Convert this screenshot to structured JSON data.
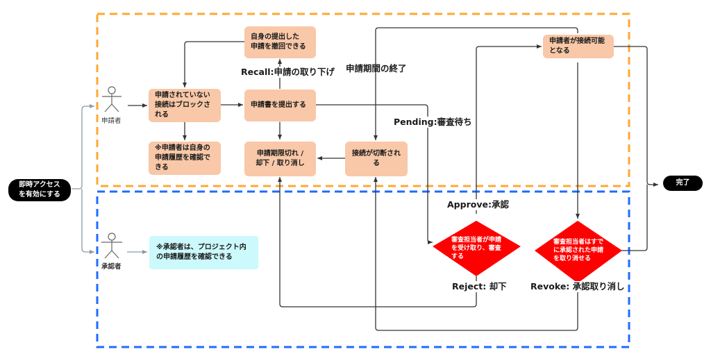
{
  "diagram": {
    "lanes": {
      "applicant_lane_color": "#ffa733",
      "approver_lane_color": "#1f6bff"
    },
    "start": {
      "label": "即時アクセス\nを有効にする"
    },
    "end": {
      "label": "完了"
    },
    "actors": {
      "applicant": "申請者",
      "approver": "承認者"
    },
    "nodes": {
      "blocked": "申請されていない\n接続はブロックさ\nれる",
      "own_history": "※申請者は自身の\n申請履歴を確認で\nきる",
      "withdraw": "自身の提出した\n申請を撤回できる",
      "submit": "申請書を提出する",
      "expired": "申請期限切れ /\n却下 / 取り消し",
      "disconnected": "接続が切断される",
      "connectable": "申請者が接続可能\nとなる",
      "approver_history": "※承認者は、プロジェクト内\nの申請履歴を確認できる"
    },
    "decisions": {
      "review": "審査担当者が申請\nを受け取り、審査\nする",
      "revoke": "審査担当者はすで\nに承認された申請\nを取り消せる"
    },
    "edge_labels": {
      "recall": "Recall:申請の取り下げ",
      "period_end": "申請期間の終了",
      "pending": "Pending:審査待ち",
      "approve": "Approve:承認",
      "reject": "Reject: 却下",
      "revoke": "Revoke: 承認取り消し"
    },
    "colors": {
      "process_fill": "#f8c8a8",
      "note_fill": "#ccf9fb",
      "decision_fill": "#ff0000",
      "terminal_fill": "#000000"
    }
  }
}
